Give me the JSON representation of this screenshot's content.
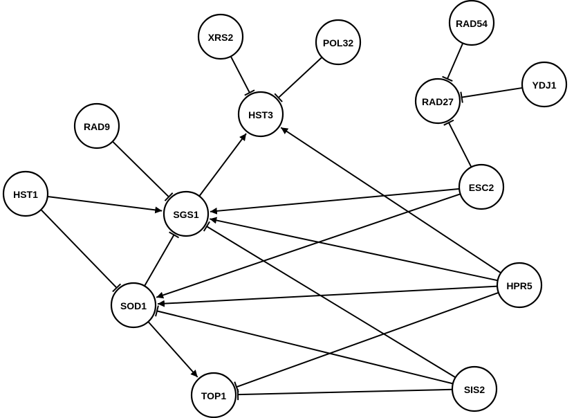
{
  "diagram": {
    "nodes": [
      {
        "id": "XRS2",
        "label": "XRS2"
      },
      {
        "id": "POL32",
        "label": "POL32"
      },
      {
        "id": "HST3",
        "label": "HST3"
      },
      {
        "id": "RAD54",
        "label": "RAD54"
      },
      {
        "id": "RAD27",
        "label": "RAD27"
      },
      {
        "id": "YDJ1",
        "label": "YDJ1"
      },
      {
        "id": "RAD9",
        "label": "RAD9"
      },
      {
        "id": "ESC2",
        "label": "ESC2"
      },
      {
        "id": "HST1",
        "label": "HST1"
      },
      {
        "id": "SGS1",
        "label": "SGS1"
      },
      {
        "id": "HPR5",
        "label": "HPR5"
      },
      {
        "id": "SOD1",
        "label": "SOD1"
      },
      {
        "id": "TOP1",
        "label": "TOP1"
      },
      {
        "id": "SIS2",
        "label": "SIS2"
      }
    ],
    "edges": [
      {
        "source": "XRS2",
        "target": "HST3",
        "type": "inhibition"
      },
      {
        "source": "POL32",
        "target": "HST3",
        "type": "inhibition"
      },
      {
        "source": "RAD54",
        "target": "RAD27",
        "type": "inhibition"
      },
      {
        "source": "YDJ1",
        "target": "RAD27",
        "type": "inhibition"
      },
      {
        "source": "ESC2",
        "target": "RAD27",
        "type": "inhibition"
      },
      {
        "source": "SGS1",
        "target": "HST3",
        "type": "activation"
      },
      {
        "source": "HPR5",
        "target": "HST3",
        "type": "activation"
      },
      {
        "source": "RAD9",
        "target": "SGS1",
        "type": "inhibition"
      },
      {
        "source": "HST1",
        "target": "SGS1",
        "type": "activation"
      },
      {
        "source": "ESC2",
        "target": "SGS1",
        "type": "activation"
      },
      {
        "source": "HPR5",
        "target": "SGS1",
        "type": "activation"
      },
      {
        "source": "SIS2",
        "target": "SGS1",
        "type": "inhibition"
      },
      {
        "source": "SOD1",
        "target": "SGS1",
        "type": "inhibition"
      },
      {
        "source": "HST1",
        "target": "SOD1",
        "type": "inhibition"
      },
      {
        "source": "ESC2",
        "target": "SOD1",
        "type": "activation"
      },
      {
        "source": "HPR5",
        "target": "SOD1",
        "type": "activation"
      },
      {
        "source": "SIS2",
        "target": "SOD1",
        "type": "inhibition"
      },
      {
        "source": "SOD1",
        "target": "TOP1",
        "type": "activation"
      },
      {
        "source": "HPR5",
        "target": "TOP1",
        "type": "inhibition"
      },
      {
        "source": "SIS2",
        "target": "TOP1",
        "type": "inhibition"
      }
    ]
  }
}
